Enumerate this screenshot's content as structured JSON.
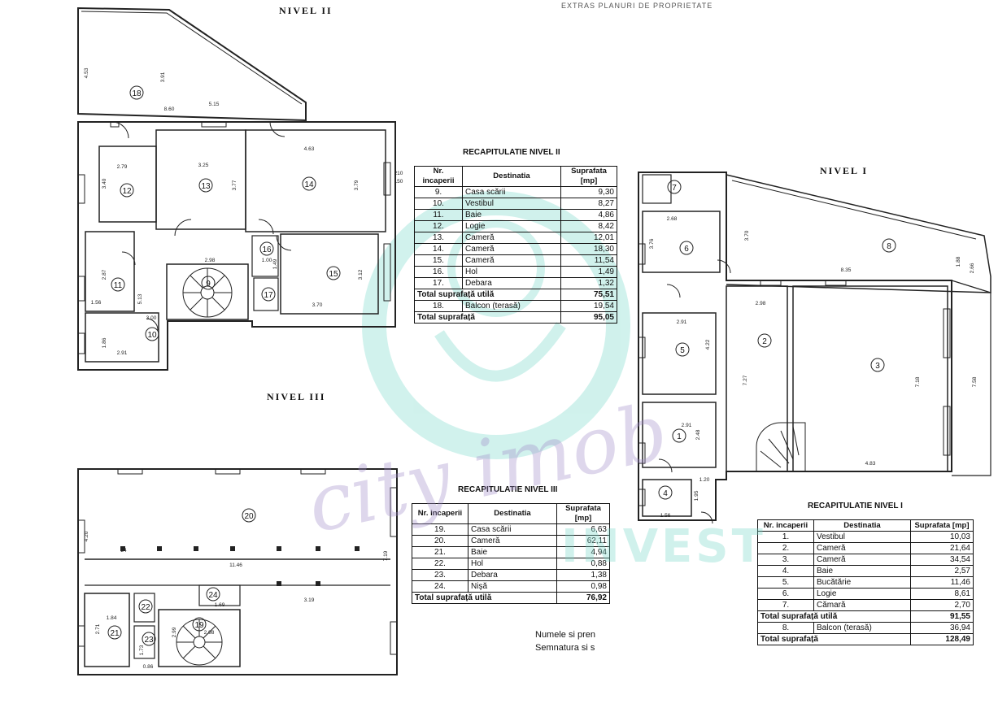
{
  "header_text": "NIVEL II",
  "top_cut_text": "EXTRAS PLANURI DE PROPRIETATE",
  "levels": {
    "nivel2": "NIVEL II",
    "nivel1": "NIVEL I",
    "nivel3": "NIVEL III"
  },
  "rooms": {
    "n2": [
      "18",
      "12",
      "13",
      "14",
      "16",
      "15",
      "11",
      "9",
      "17",
      "10"
    ],
    "n1": [
      "7",
      "6",
      "8",
      "2",
      "3",
      "5",
      "1",
      "4"
    ],
    "n3": [
      "20",
      "24",
      "22",
      "21",
      "23",
      "19"
    ]
  },
  "dims": {
    "n2": [
      "4.53",
      "3.91",
      "8.60",
      "5.15",
      "2.79",
      "3.25",
      "4.63",
      "3.40",
      "3.77",
      "3.79",
      "2.98",
      "3.12",
      "2.87",
      "5.13",
      "3.70",
      "1.56",
      "2.91",
      "1.86",
      "3.00",
      "150",
      "210",
      "1.49",
      "1.00"
    ],
    "n1": [
      "3.70",
      "2.68",
      "3.76",
      "8.35",
      "1.88",
      "2.98",
      "2.91",
      "4.22",
      "7.27",
      "7.18",
      "7.58",
      "2.91",
      "2.48",
      "4.83",
      "1.20",
      "1.95",
      "1.56",
      "2.66"
    ],
    "n3": [
      "4.20",
      "11.46",
      "3.19",
      "1.69",
      "1.84",
      "2.71",
      "2.99",
      "2.98",
      "1.73",
      "0.86",
      "7.19",
      "24"
    ]
  },
  "recap_n2": {
    "title": "RECAPITULATIE NIVEL II",
    "headers": [
      "Nr. incaperii",
      "Destinatia",
      "Suprafata [mp]"
    ],
    "rows": [
      {
        "nr": "9.",
        "dest": "Casa scării",
        "val": "9,30"
      },
      {
        "nr": "10.",
        "dest": "Vestibul",
        "val": "8,27"
      },
      {
        "nr": "11.",
        "dest": "Baie",
        "val": "4,86"
      },
      {
        "nr": "12.",
        "dest": "Logie",
        "val": "8,42"
      },
      {
        "nr": "13.",
        "dest": "Cameră",
        "val": "12,01"
      },
      {
        "nr": "14.",
        "dest": "Cameră",
        "val": "18,30"
      },
      {
        "nr": "15.",
        "dest": "Cameră",
        "val": "11,54"
      },
      {
        "nr": "16.",
        "dest": "Hol",
        "val": "1,49"
      },
      {
        "nr": "17.",
        "dest": "Debara",
        "val": "1,32"
      }
    ],
    "total_util_label": "Total suprafață utilă",
    "total_util_val": "75,51",
    "extra_nr": "18.",
    "extra_dest": "Balcon (terasă)",
    "extra_val": "19,54",
    "total_label": "Total suprafață",
    "total_val": "95,05"
  },
  "recap_n3": {
    "title": "RECAPITULATIE NIVEL III",
    "headers": [
      "Nr. incaperii",
      "Destinatia",
      "Suprafata [mp]"
    ],
    "rows": [
      {
        "nr": "19.",
        "dest": "Casa scării",
        "val": "6,63"
      },
      {
        "nr": "20.",
        "dest": "Cameră",
        "val": "62,11"
      },
      {
        "nr": "21.",
        "dest": "Baie",
        "val": "4,94"
      },
      {
        "nr": "22.",
        "dest": "Hol",
        "val": "0,88"
      },
      {
        "nr": "23.",
        "dest": "Debara",
        "val": "1,38"
      },
      {
        "nr": "24.",
        "dest": "Nişă",
        "val": "0,98"
      }
    ],
    "total_util_label": "Total suprafață utilă",
    "total_util_val": "76,92"
  },
  "recap_n1": {
    "title": "RECAPITULATIE NIVEL I",
    "headers": [
      "Nr. incaperii",
      "Destinatia",
      "Suprafata [mp]"
    ],
    "rows": [
      {
        "nr": "1.",
        "dest": "Vestibul",
        "val": "10,03"
      },
      {
        "nr": "2.",
        "dest": "Cameră",
        "val": "21,64"
      },
      {
        "nr": "3.",
        "dest": "Cameră",
        "val": "34,54"
      },
      {
        "nr": "4.",
        "dest": "Baie",
        "val": "2,57"
      },
      {
        "nr": "5.",
        "dest": "Bucătărie",
        "val": "11,46"
      },
      {
        "nr": "6.",
        "dest": "Logie",
        "val": "8,61"
      },
      {
        "nr": "7.",
        "dest": "Cămară",
        "val": "2,70"
      }
    ],
    "total_util_label": "Total suprafață utilă",
    "total_util_val": "91,55",
    "extra_nr": "8.",
    "extra_dest": "Balcon (terasă)",
    "extra_val": "36,94",
    "total_label": "Total suprafață",
    "total_val": "128,49"
  },
  "notes": {
    "line1": "Numele si pren",
    "line2": "Semnatura si s"
  },
  "watermark": {
    "script": "city imob",
    "brand": "INVEST"
  }
}
